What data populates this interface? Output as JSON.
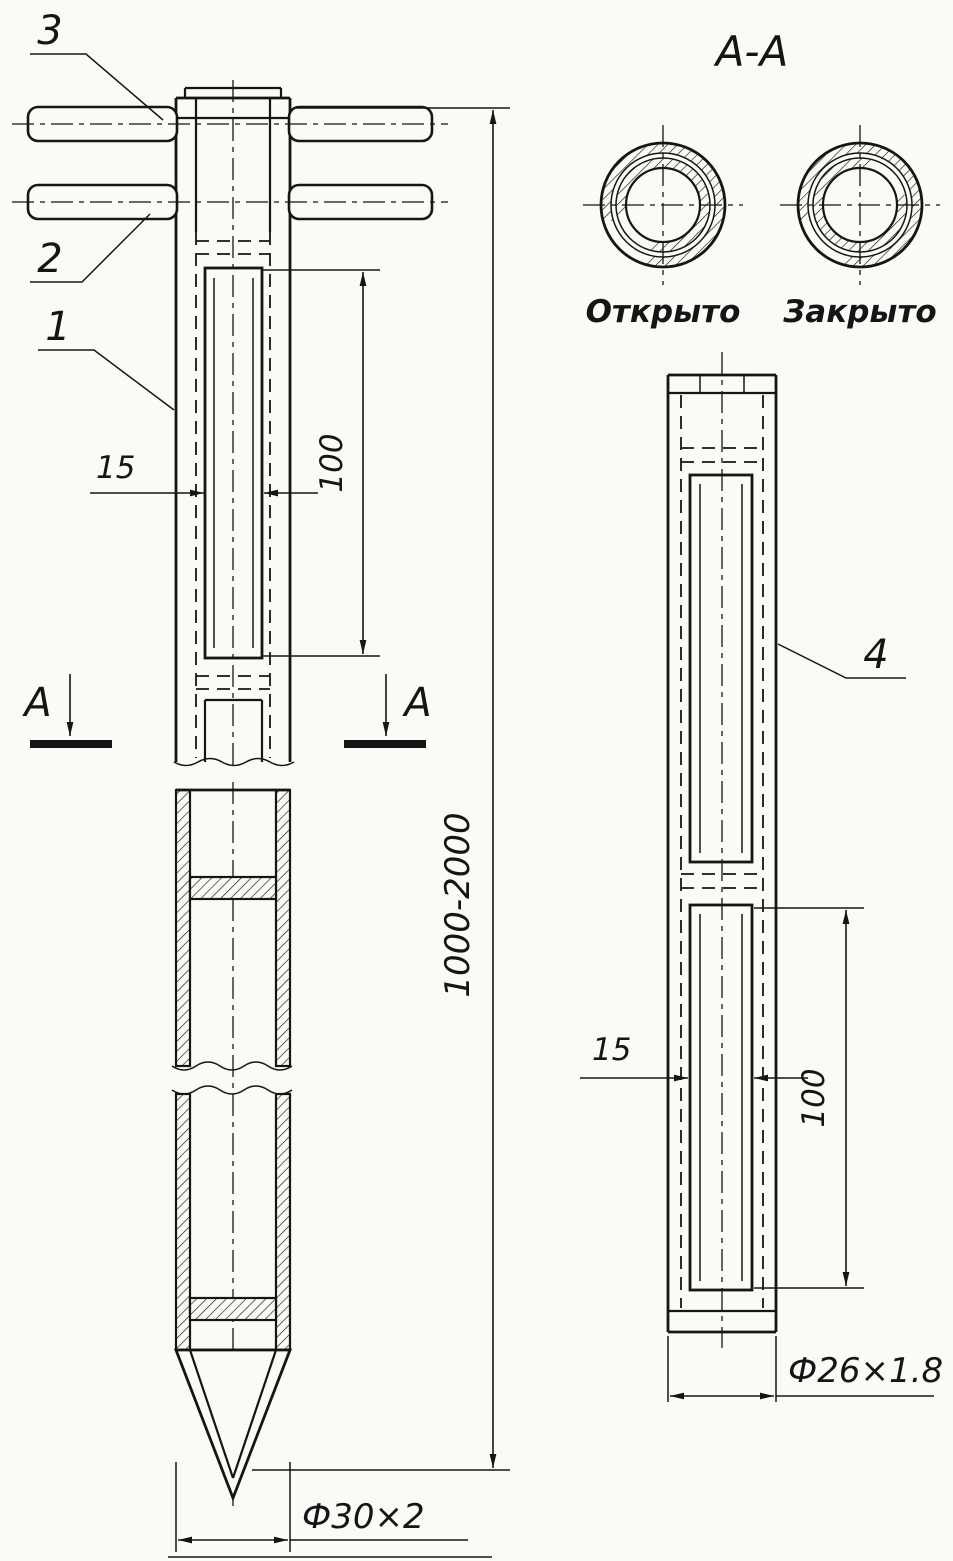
{
  "drawing": {
    "theme": {
      "ink": "#151515",
      "paper": "#fbfaf7"
    },
    "part_labels": {
      "p1": "1",
      "p2": "2",
      "p3": "3",
      "p4": "4"
    },
    "section_view": {
      "title": "A-A",
      "cut_letter": "A",
      "open_label": "Открыто",
      "closed_label": "Закрыто"
    },
    "dimensions": {
      "main_slot_width": "15",
      "main_slot_length": "100",
      "overall_length": "1000-2000",
      "main_tube_size": "Ф30×2",
      "inner_slot_width": "15",
      "inner_slot_length": "100",
      "inner_tube_size": "Ф26×1.8"
    }
  }
}
